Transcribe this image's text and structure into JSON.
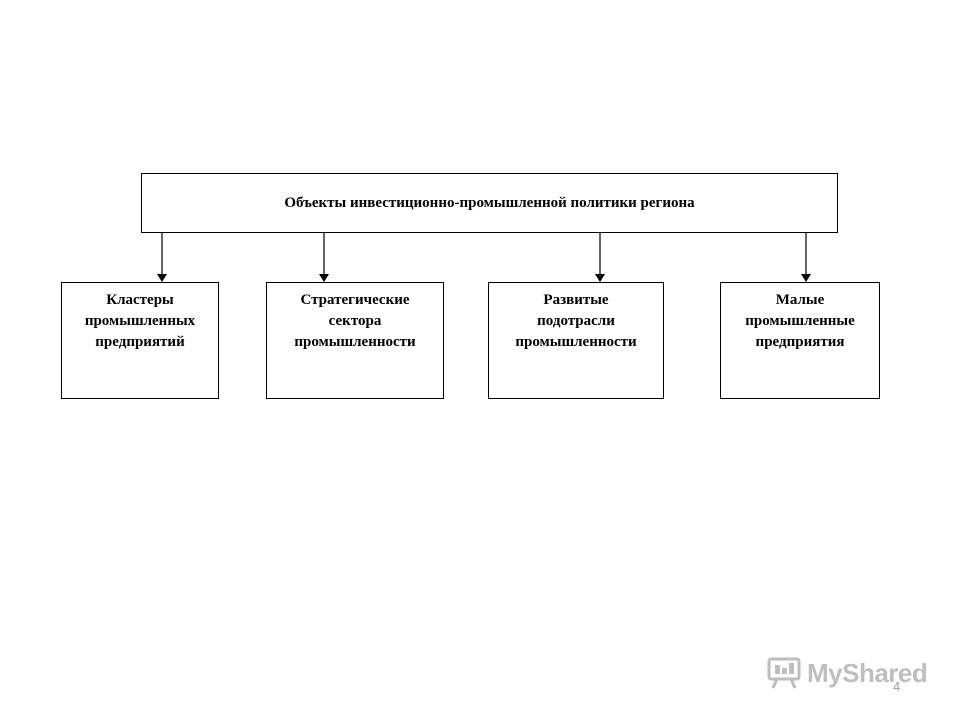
{
  "diagram": {
    "root": {
      "label": "Объекты инвестиционно-промышленной политики региона"
    },
    "children": [
      {
        "lines": [
          "Кластеры",
          "промышленных",
          "предприятий"
        ]
      },
      {
        "lines": [
          "Стратегические",
          "сектора",
          "промышленности"
        ]
      },
      {
        "lines": [
          "Развитые",
          "подотрасли",
          "промышленности"
        ]
      },
      {
        "lines": [
          "Малые",
          "промышленные",
          "предприятия"
        ]
      }
    ],
    "edges": [
      {
        "from": "root",
        "to": 0
      },
      {
        "from": "root",
        "to": 1
      },
      {
        "from": "root",
        "to": 2
      },
      {
        "from": "root",
        "to": 3
      }
    ]
  },
  "slide": {
    "page_number": "4"
  },
  "watermark": {
    "text": "MyShared",
    "icon": "presentation-board-icon"
  },
  "colors": {
    "line": "#000000",
    "watermark": "#8a8a8a"
  }
}
